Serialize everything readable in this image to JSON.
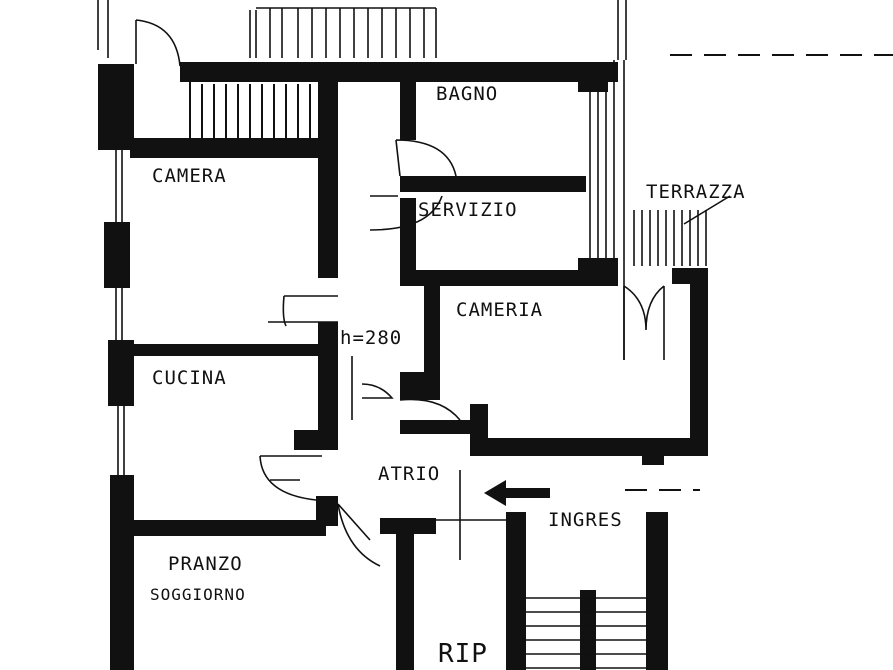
{
  "rooms": {
    "bagno": "BAGNO",
    "camera_left": "CAMERA",
    "servizio": "SERVIZIO",
    "terrazza": "TERRAZZA",
    "cameria": "CAMERIA",
    "cucina": "CUCINA",
    "atrio": "ATRIO",
    "ingresso": "INGRES",
    "pranzo_line1": "PRANZO",
    "pranzo_line2": "SOGGIORNO",
    "rip": "RIP"
  },
  "annotations": {
    "ceiling_height": "h=280"
  }
}
